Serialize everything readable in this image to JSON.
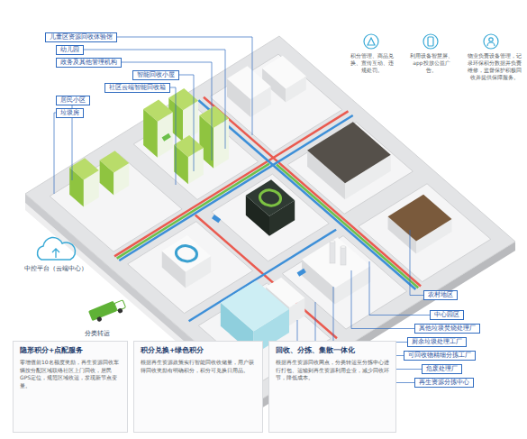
{
  "diagram": {
    "nodes": [
      {
        "text": [
          "儿童区资源回收体验馆"
        ]
      },
      {
        "text": [
          "幼儿园"
        ]
      },
      {
        "text": [
          "政务及其他管理机构"
        ]
      },
      {
        "text": [
          "智能回收小屋"
        ]
      },
      {
        "text": [
          "社区云端智能回收箱"
        ]
      },
      {
        "text": [
          "居民小区"
        ]
      },
      {
        "text": [
          "垃圾房"
        ]
      },
      {
        "text": [
          "农村地区"
        ]
      },
      {
        "text": [
          "中心园区"
        ]
      },
      {
        "text": [
          "其他垃圾焚烧处理厂"
        ]
      },
      {
        "text": [
          "厨余垃圾处理工厂"
        ]
      },
      {
        "text": [
          "可回收物精细分拣工厂"
        ]
      },
      {
        "text": [
          "危废处理厂"
        ]
      },
      {
        "text": [
          "再生资源分拣中心"
        ]
      },
      {
        "text": [
          "隐形积分+点配服务",
          "零增值前10名额度奖励，再生资源回收车辆按分配区域联络社区上门回收，居民GPS定位，规范区域收运，发现新节点变量。"
        ]
      },
      {
        "text": [
          "积分兑换+绿色积分",
          "根据再生资源政策实行智能回收收储量，用户获得回收奖励有明确积分，积分可兑换日用品。"
        ]
      },
      {
        "text": [
          "回收、分拣、集散一体化",
          "根据再生资源回收网点，分类转运至分拣中心进行打包、运输到再生资源利用企业，减少回收环节，降低成本。"
        ]
      }
    ],
    "labels": [
      "积分管理、商品兑换、宣传互动、违规处罚。",
      "利用设备智慧屏、app投放公益广告。",
      "物业负责设备管理，记录环保积分数据并负责维修，监督保护积极回收并提供保障服务。",
      "中控平台（云端中心）",
      "分类转运"
    ]
  }
}
